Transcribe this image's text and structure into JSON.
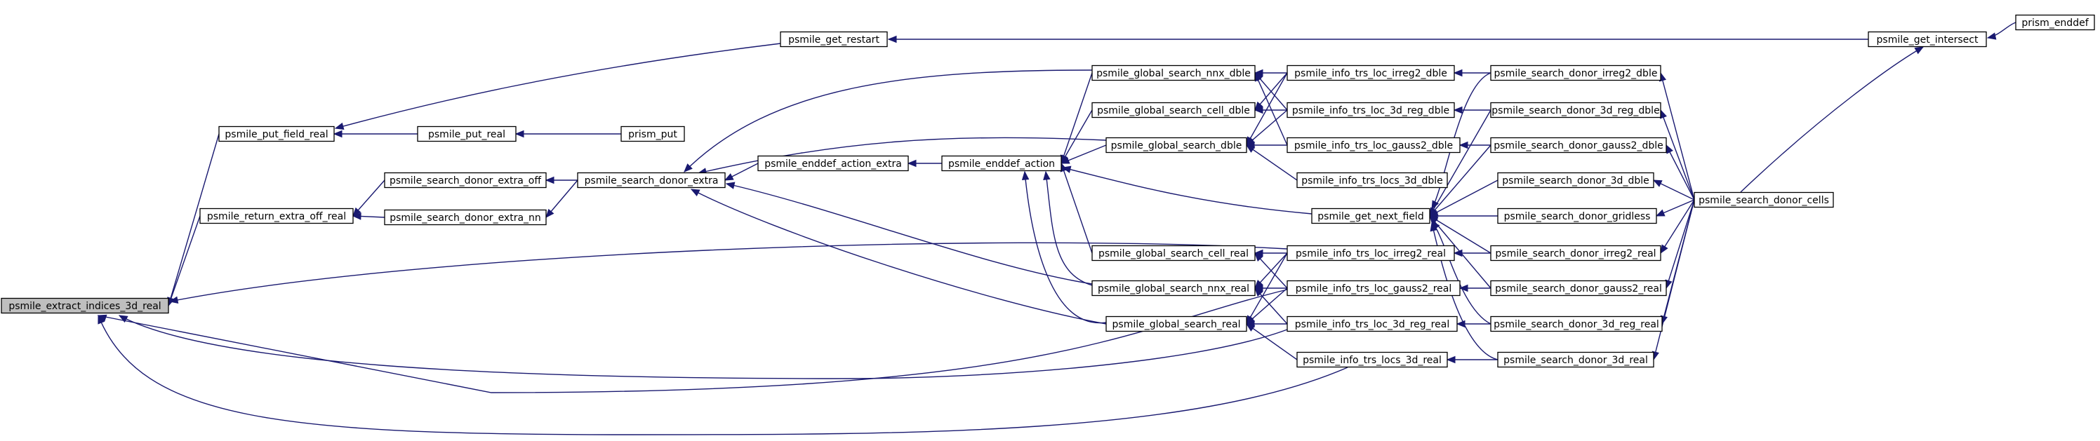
{
  "graph": {
    "colors": {
      "edge": "#191970",
      "node_fill": "#ffffff",
      "root_fill": "#bfbfbf",
      "border": "#000000"
    },
    "nodes": [
      {
        "id": "extract",
        "label": "psmile_extract_indices_3d_real",
        "highlighted": true
      },
      {
        "id": "put_field",
        "label": "psmile_put_field_real"
      },
      {
        "id": "return_extra",
        "label": "psmile_return_extra_off_real"
      },
      {
        "id": "get_restart",
        "label": "psmile_get_restart"
      },
      {
        "id": "put_real",
        "label": "psmile_put_real"
      },
      {
        "id": "prism_put",
        "label": "prism_put"
      },
      {
        "id": "sd_extra_off",
        "label": "psmile_search_donor_extra_off"
      },
      {
        "id": "sd_extra_nn",
        "label": "psmile_search_donor_extra_nn"
      },
      {
        "id": "sd_extra",
        "label": "psmile_search_donor_extra"
      },
      {
        "id": "enddef_extra",
        "label": "psmile_enddef_action_extra"
      },
      {
        "id": "enddef_action",
        "label": "psmile_enddef_action"
      },
      {
        "id": "gs_nnx_dble",
        "label": "psmile_global_search_nnx_dble"
      },
      {
        "id": "gs_cell_dble",
        "label": "psmile_global_search_cell_dble"
      },
      {
        "id": "gs_dble",
        "label": "psmile_global_search_dble"
      },
      {
        "id": "gs_cell_real",
        "label": "psmile_global_search_cell_real"
      },
      {
        "id": "gs_nnx_real",
        "label": "psmile_global_search_nnx_real"
      },
      {
        "id": "gs_real",
        "label": "psmile_global_search_real"
      },
      {
        "id": "info_irreg2_dble",
        "label": "psmile_info_trs_loc_irreg2_dble"
      },
      {
        "id": "info_3dreg_dble",
        "label": "psmile_info_trs_loc_3d_reg_dble"
      },
      {
        "id": "info_gauss2_dble",
        "label": "psmile_info_trs_loc_gauss2_dble"
      },
      {
        "id": "info_locs_dble",
        "label": "psmile_info_trs_locs_3d_dble"
      },
      {
        "id": "get_next_field",
        "label": "psmile_get_next_field"
      },
      {
        "id": "info_irreg2_real",
        "label": "psmile_info_trs_loc_irreg2_real"
      },
      {
        "id": "info_gauss2_real",
        "label": "psmile_info_trs_loc_gauss2_real"
      },
      {
        "id": "info_3dreg_real",
        "label": "psmile_info_trs_loc_3d_reg_real"
      },
      {
        "id": "info_locs_real",
        "label": "psmile_info_trs_locs_3d_real"
      },
      {
        "id": "sd_irreg2_dble",
        "label": "psmile_search_donor_irreg2_dble"
      },
      {
        "id": "sd_3dreg_dble",
        "label": "psmile_search_donor_3d_reg_dble"
      },
      {
        "id": "sd_gauss2_dble",
        "label": "psmile_search_donor_gauss2_dble"
      },
      {
        "id": "sd_3d_dble",
        "label": "psmile_search_donor_3d_dble"
      },
      {
        "id": "sd_gridless",
        "label": "psmile_search_donor_gridless"
      },
      {
        "id": "sd_irreg2_real",
        "label": "psmile_search_donor_irreg2_real"
      },
      {
        "id": "sd_gauss2_real",
        "label": "psmile_search_donor_gauss2_real"
      },
      {
        "id": "sd_3dreg_real",
        "label": "psmile_search_donor_3d_reg_real"
      },
      {
        "id": "sd_3d_real",
        "label": "psmile_search_donor_3d_real"
      },
      {
        "id": "get_intersect",
        "label": "psmile_get_intersect"
      },
      {
        "id": "sd_cells",
        "label": "psmile_search_donor_cells"
      },
      {
        "id": "prism_enddef",
        "label": "prism_enddef"
      }
    ],
    "edges": [
      {
        "from": "put_field",
        "to": "extract"
      },
      {
        "from": "return_extra",
        "to": "extract"
      },
      {
        "from": "get_restart",
        "to": "put_field"
      },
      {
        "from": "put_real",
        "to": "put_field"
      },
      {
        "from": "prism_put",
        "to": "put_real"
      },
      {
        "from": "get_intersect",
        "to": "get_restart"
      },
      {
        "from": "prism_enddef",
        "to": "get_intersect"
      },
      {
        "from": "sd_cells",
        "to": "get_intersect"
      },
      {
        "from": "sd_extra_off",
        "to": "return_extra"
      },
      {
        "from": "sd_extra_nn",
        "to": "return_extra"
      },
      {
        "from": "sd_extra",
        "to": "sd_extra_off"
      },
      {
        "from": "sd_extra",
        "to": "sd_extra_nn"
      },
      {
        "from": "enddef_extra",
        "to": "sd_extra"
      },
      {
        "from": "gs_nnx_dble",
        "to": "sd_extra"
      },
      {
        "from": "gs_dble",
        "to": "sd_extra"
      },
      {
        "from": "gs_nnx_real",
        "to": "sd_extra"
      },
      {
        "from": "gs_real",
        "to": "sd_extra"
      },
      {
        "from": "enddef_action",
        "to": "enddef_extra"
      },
      {
        "from": "gs_nnx_dble",
        "to": "enddef_action"
      },
      {
        "from": "gs_cell_dble",
        "to": "enddef_action"
      },
      {
        "from": "gs_dble",
        "to": "enddef_action"
      },
      {
        "from": "gs_cell_real",
        "to": "enddef_action"
      },
      {
        "from": "gs_nnx_real",
        "to": "enddef_action"
      },
      {
        "from": "gs_real",
        "to": "enddef_action"
      },
      {
        "from": "get_next_field",
        "to": "enddef_action"
      },
      {
        "from": "info_irreg2_dble",
        "to": "gs_nnx_dble"
      },
      {
        "from": "info_3dreg_dble",
        "to": "gs_nnx_dble"
      },
      {
        "from": "info_gauss2_dble",
        "to": "gs_nnx_dble"
      },
      {
        "from": "info_irreg2_dble",
        "to": "gs_cell_dble"
      },
      {
        "from": "info_3dreg_dble",
        "to": "gs_cell_dble"
      },
      {
        "from": "info_irreg2_dble",
        "to": "gs_dble"
      },
      {
        "from": "info_3dreg_dble",
        "to": "gs_dble"
      },
      {
        "from": "info_gauss2_dble",
        "to": "gs_dble"
      },
      {
        "from": "info_locs_dble",
        "to": "gs_dble"
      },
      {
        "from": "info_irreg2_real",
        "to": "gs_cell_real"
      },
      {
        "from": "info_gauss2_real",
        "to": "gs_cell_real"
      },
      {
        "from": "info_irreg2_real",
        "to": "gs_nnx_real"
      },
      {
        "from": "info_gauss2_real",
        "to": "gs_nnx_real"
      },
      {
        "from": "info_3dreg_real",
        "to": "gs_nnx_real"
      },
      {
        "from": "info_irreg2_real",
        "to": "gs_real"
      },
      {
        "from": "info_gauss2_real",
        "to": "gs_real"
      },
      {
        "from": "info_3dreg_real",
        "to": "gs_real"
      },
      {
        "from": "info_locs_real",
        "to": "gs_real"
      },
      {
        "from": "info_irreg2_real",
        "to": "extract"
      },
      {
        "from": "info_gauss2_real",
        "to": "extract"
      },
      {
        "from": "info_3dreg_real",
        "to": "extract"
      },
      {
        "from": "info_locs_real",
        "to": "extract"
      },
      {
        "from": "sd_irreg2_dble",
        "to": "info_irreg2_dble"
      },
      {
        "from": "sd_3dreg_dble",
        "to": "info_3dreg_dble"
      },
      {
        "from": "sd_gauss2_dble",
        "to": "info_gauss2_dble"
      },
      {
        "from": "sd_irreg2_real",
        "to": "info_irreg2_real"
      },
      {
        "from": "sd_gauss2_real",
        "to": "info_gauss2_real"
      },
      {
        "from": "sd_3dreg_real",
        "to": "info_3dreg_real"
      },
      {
        "from": "sd_3d_real",
        "to": "info_locs_real"
      },
      {
        "from": "sd_irreg2_dble",
        "to": "get_next_field"
      },
      {
        "from": "sd_3dreg_dble",
        "to": "get_next_field"
      },
      {
        "from": "sd_gauss2_dble",
        "to": "get_next_field"
      },
      {
        "from": "sd_3d_dble",
        "to": "get_next_field"
      },
      {
        "from": "sd_gridless",
        "to": "get_next_field"
      },
      {
        "from": "sd_irreg2_real",
        "to": "get_next_field"
      },
      {
        "from": "sd_gauss2_real",
        "to": "get_next_field"
      },
      {
        "from": "sd_3dreg_real",
        "to": "get_next_field"
      },
      {
        "from": "sd_3d_real",
        "to": "get_next_field"
      },
      {
        "from": "sd_cells",
        "to": "sd_irreg2_dble"
      },
      {
        "from": "sd_cells",
        "to": "sd_3dreg_dble"
      },
      {
        "from": "sd_cells",
        "to": "sd_gauss2_dble"
      },
      {
        "from": "sd_cells",
        "to": "sd_3d_dble"
      },
      {
        "from": "sd_cells",
        "to": "sd_gridless"
      },
      {
        "from": "sd_cells",
        "to": "sd_irreg2_real"
      },
      {
        "from": "sd_cells",
        "to": "sd_gauss2_real"
      },
      {
        "from": "sd_cells",
        "to": "sd_3dreg_real"
      },
      {
        "from": "sd_cells",
        "to": "sd_3d_real"
      }
    ]
  }
}
